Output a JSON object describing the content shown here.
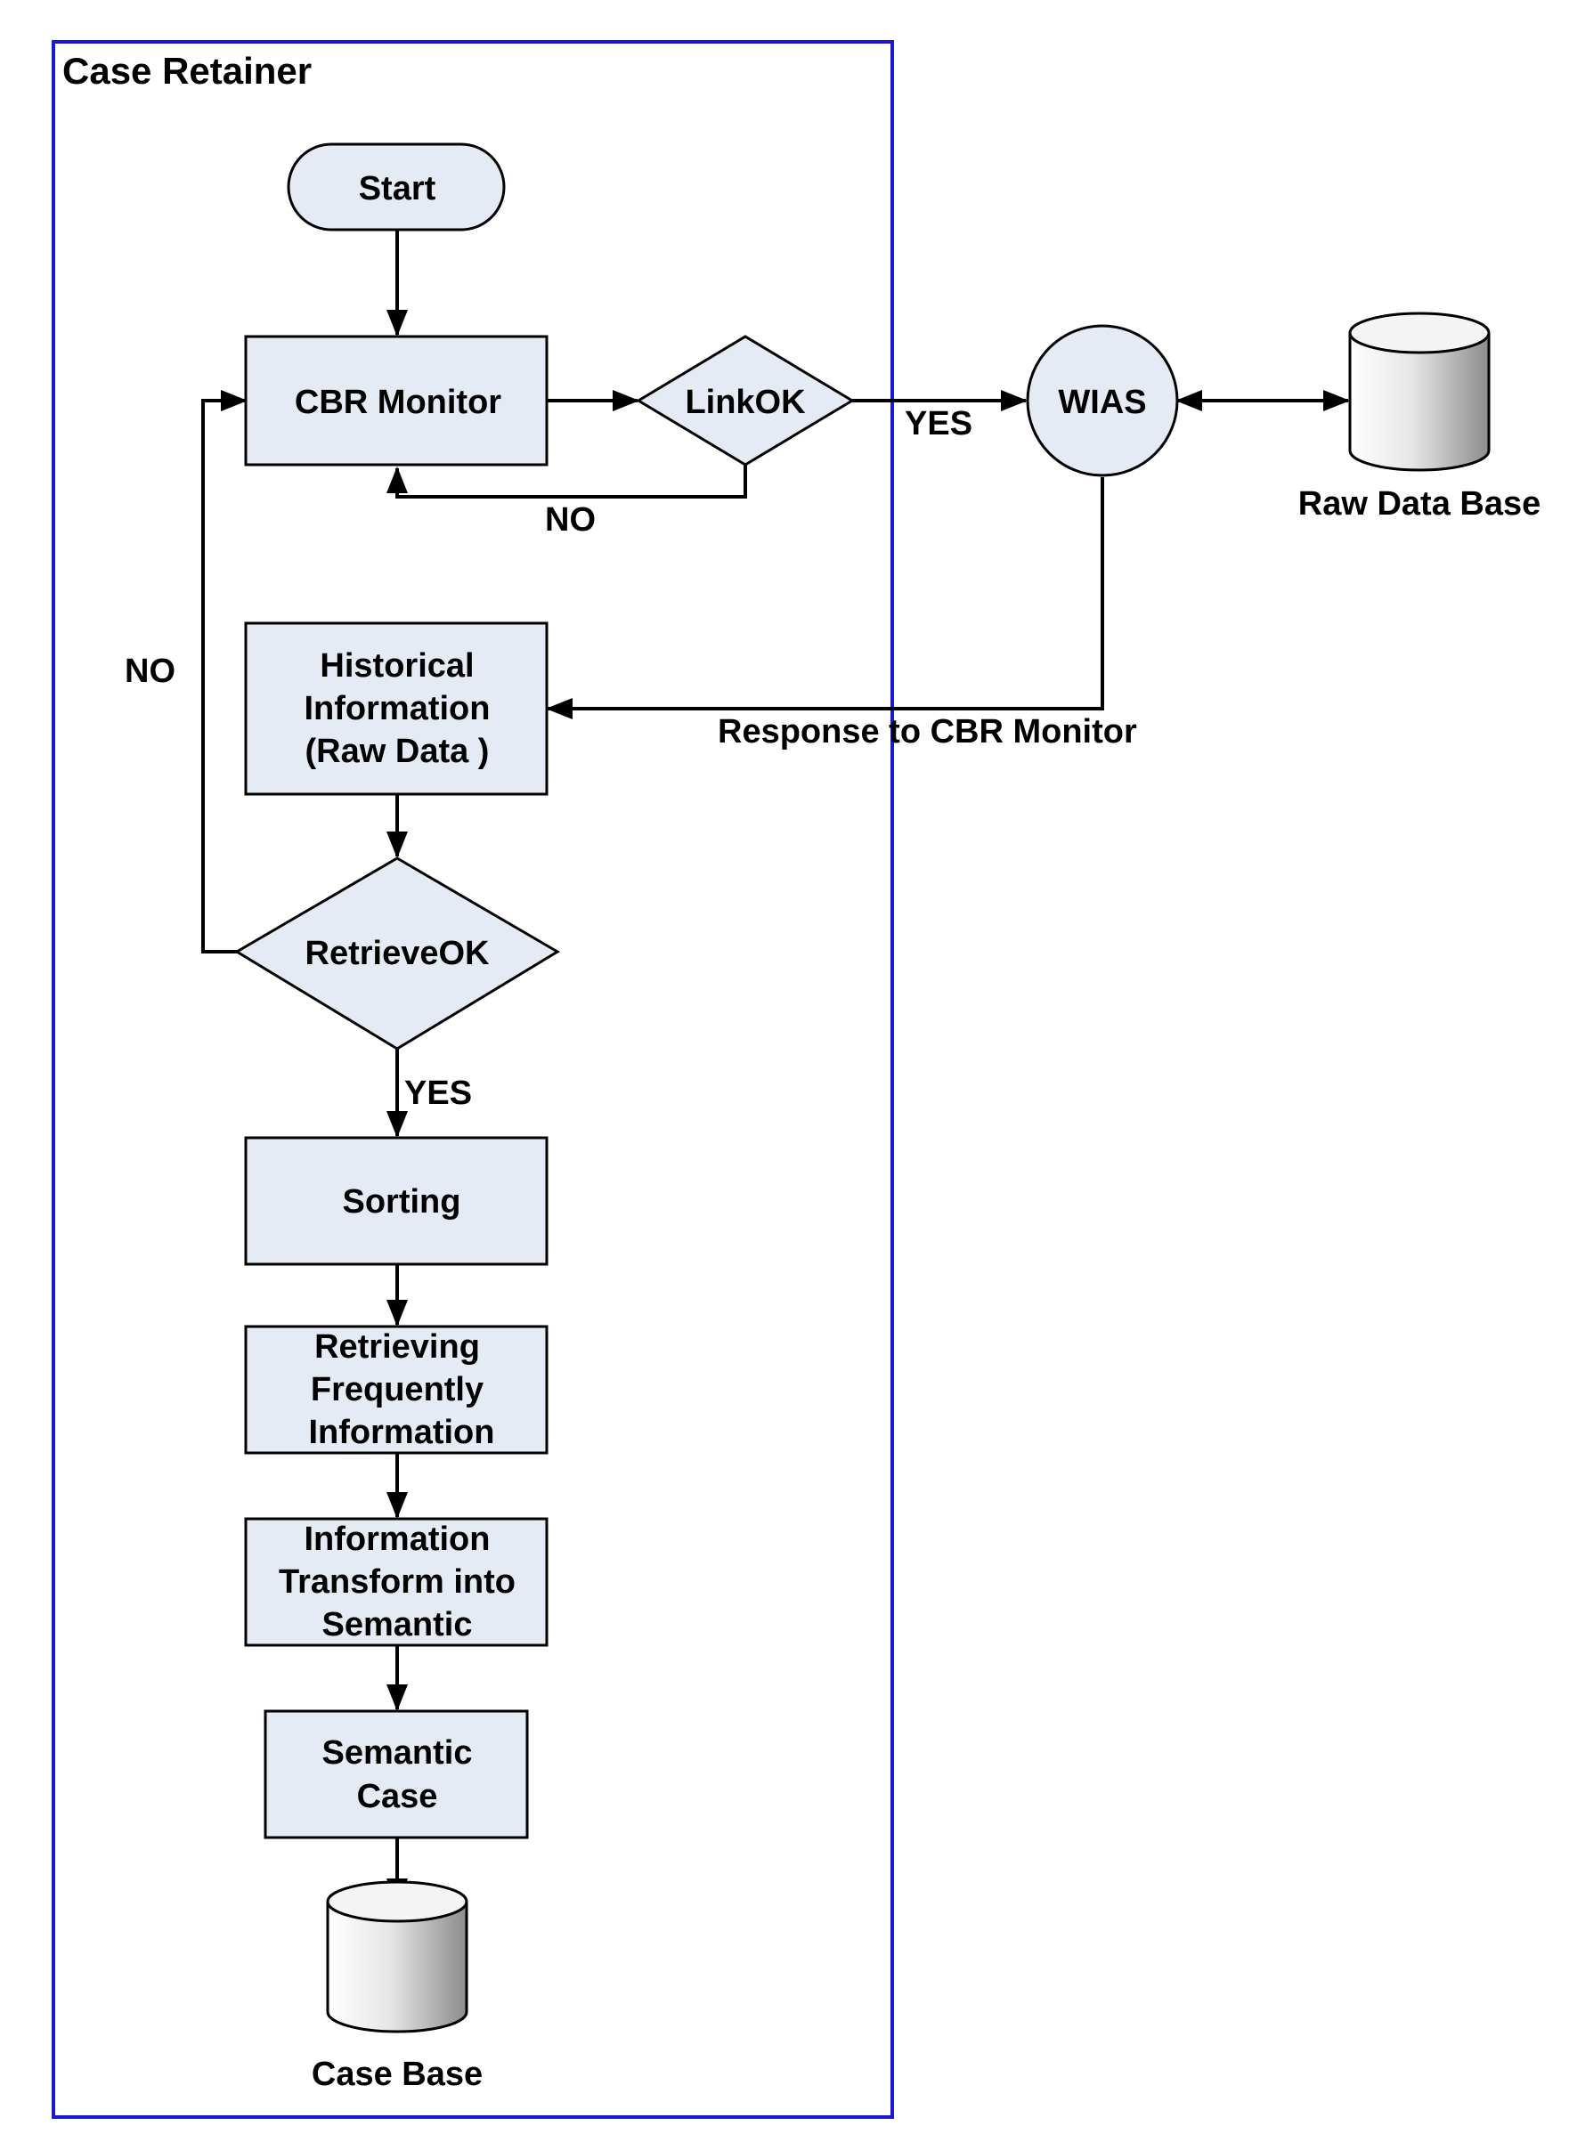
{
  "colors": {
    "container_border": "#1a1acc",
    "node_fill": "#e4ebf5",
    "stroke": "#000000",
    "text": "#000000"
  },
  "container": {
    "title": "Case Retainer"
  },
  "nodes": {
    "start": "Start",
    "cbr_monitor": "CBR Monitor",
    "link_ok": "LinkOK",
    "wias": "WIAS",
    "raw_data_base": "Raw Data Base",
    "historical_information": [
      "Historical",
      "Information",
      "(Raw Data )"
    ],
    "retrieve_ok": "RetrieveOK",
    "sorting": "Sorting",
    "retrieving_frequently_information": [
      "Retrieving",
      "Frequently",
      "Information"
    ],
    "information_transform": [
      "Information",
      "Transform into",
      "Semantic"
    ],
    "semantic_case": [
      "Semantic",
      "Case"
    ],
    "case_base": "Case Base"
  },
  "edge_labels": {
    "link_ok_yes": "YES",
    "link_ok_no": "NO",
    "retrieve_ok_no": "NO",
    "retrieve_ok_yes": "YES",
    "response": "Response to CBR Monitor"
  }
}
